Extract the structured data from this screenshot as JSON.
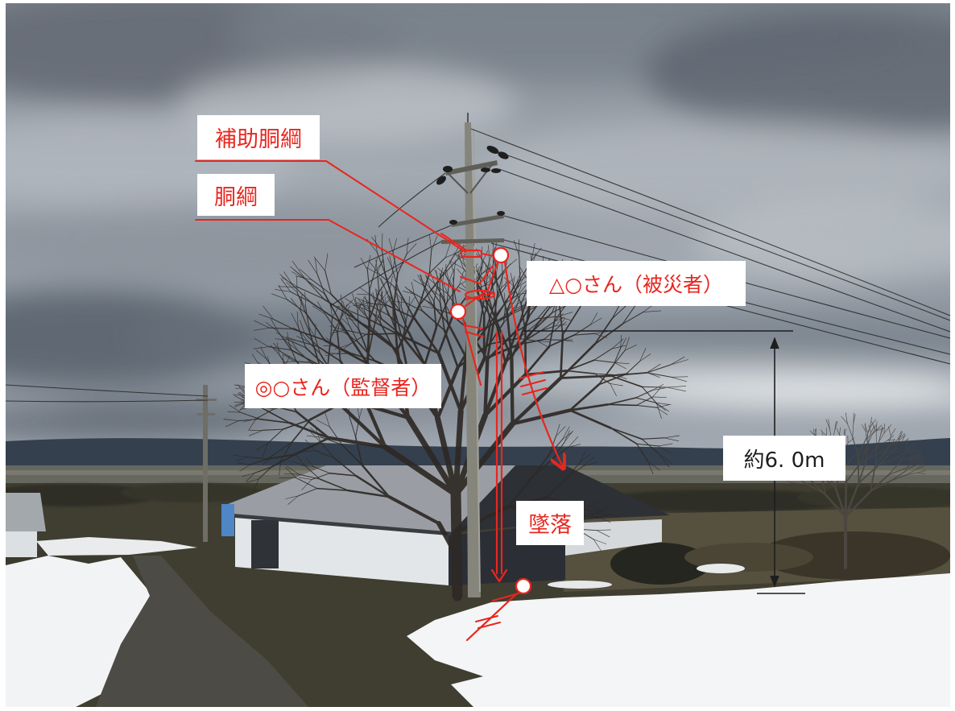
{
  "labels": {
    "auxiliary_lanyard": "補助胴綱",
    "lanyard": "胴綱",
    "victim": "△○さん（被災者）",
    "supervisor": "◎○さん（監督者）",
    "fall": "墜落",
    "height": "約6. 0m"
  },
  "colors": {
    "annotation_red": "#e8261f",
    "dimension_black": "#1e1e1e",
    "label_box": "#ffffff"
  }
}
